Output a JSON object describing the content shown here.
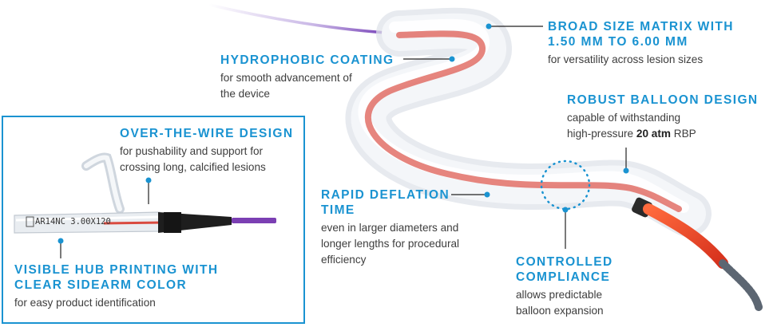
{
  "callouts": {
    "broad_size": {
      "title_line1": "BROAD SIZE MATRIX WITH",
      "title_line2": "1.50 MM TO 6.00 MM",
      "desc_line1": "for versatility across lesion sizes"
    },
    "hydrophobic": {
      "title_line1": "HYDROPHOBIC COATING",
      "desc_line1": "for smooth advancement of",
      "desc_line2": "the device"
    },
    "robust": {
      "title_line1": "ROBUST BALLOON DESIGN",
      "desc_line1": "capable of withstanding",
      "desc_line2_pre": "high-pressure ",
      "desc_line2_bold": "20 atm",
      "desc_line2_post": " RBP"
    },
    "rapid": {
      "title_line1": "RAPID DEFLATION",
      "title_line2": "TIME",
      "desc_line1": "even in larger diameters and",
      "desc_line2": "longer lengths for procedural",
      "desc_line3": "efficiency"
    },
    "controlled": {
      "title_line1": "CONTROLLED",
      "title_line2": "COMPLIANCE",
      "desc_line1": "allows predictable",
      "desc_line2": "balloon expansion"
    },
    "otw": {
      "title_line1": "OVER-THE-WIRE DESIGN",
      "desc_line1": "for pushability and support for",
      "desc_line2": "crossing long, calcified lesions"
    },
    "hub": {
      "title_line1": "VISIBLE HUB PRINTING WITH",
      "title_line2": "CLEAR SIDEARM COLOR",
      "desc_line1": "for easy product identification"
    }
  },
  "hub_print": {
    "code": "AR14NC 3.00X120"
  },
  "colors": {
    "accent": "#1a93d1",
    "text": "#3d3d3d",
    "marker": "#e8302a",
    "wire_purple": "#7b3fb3"
  }
}
